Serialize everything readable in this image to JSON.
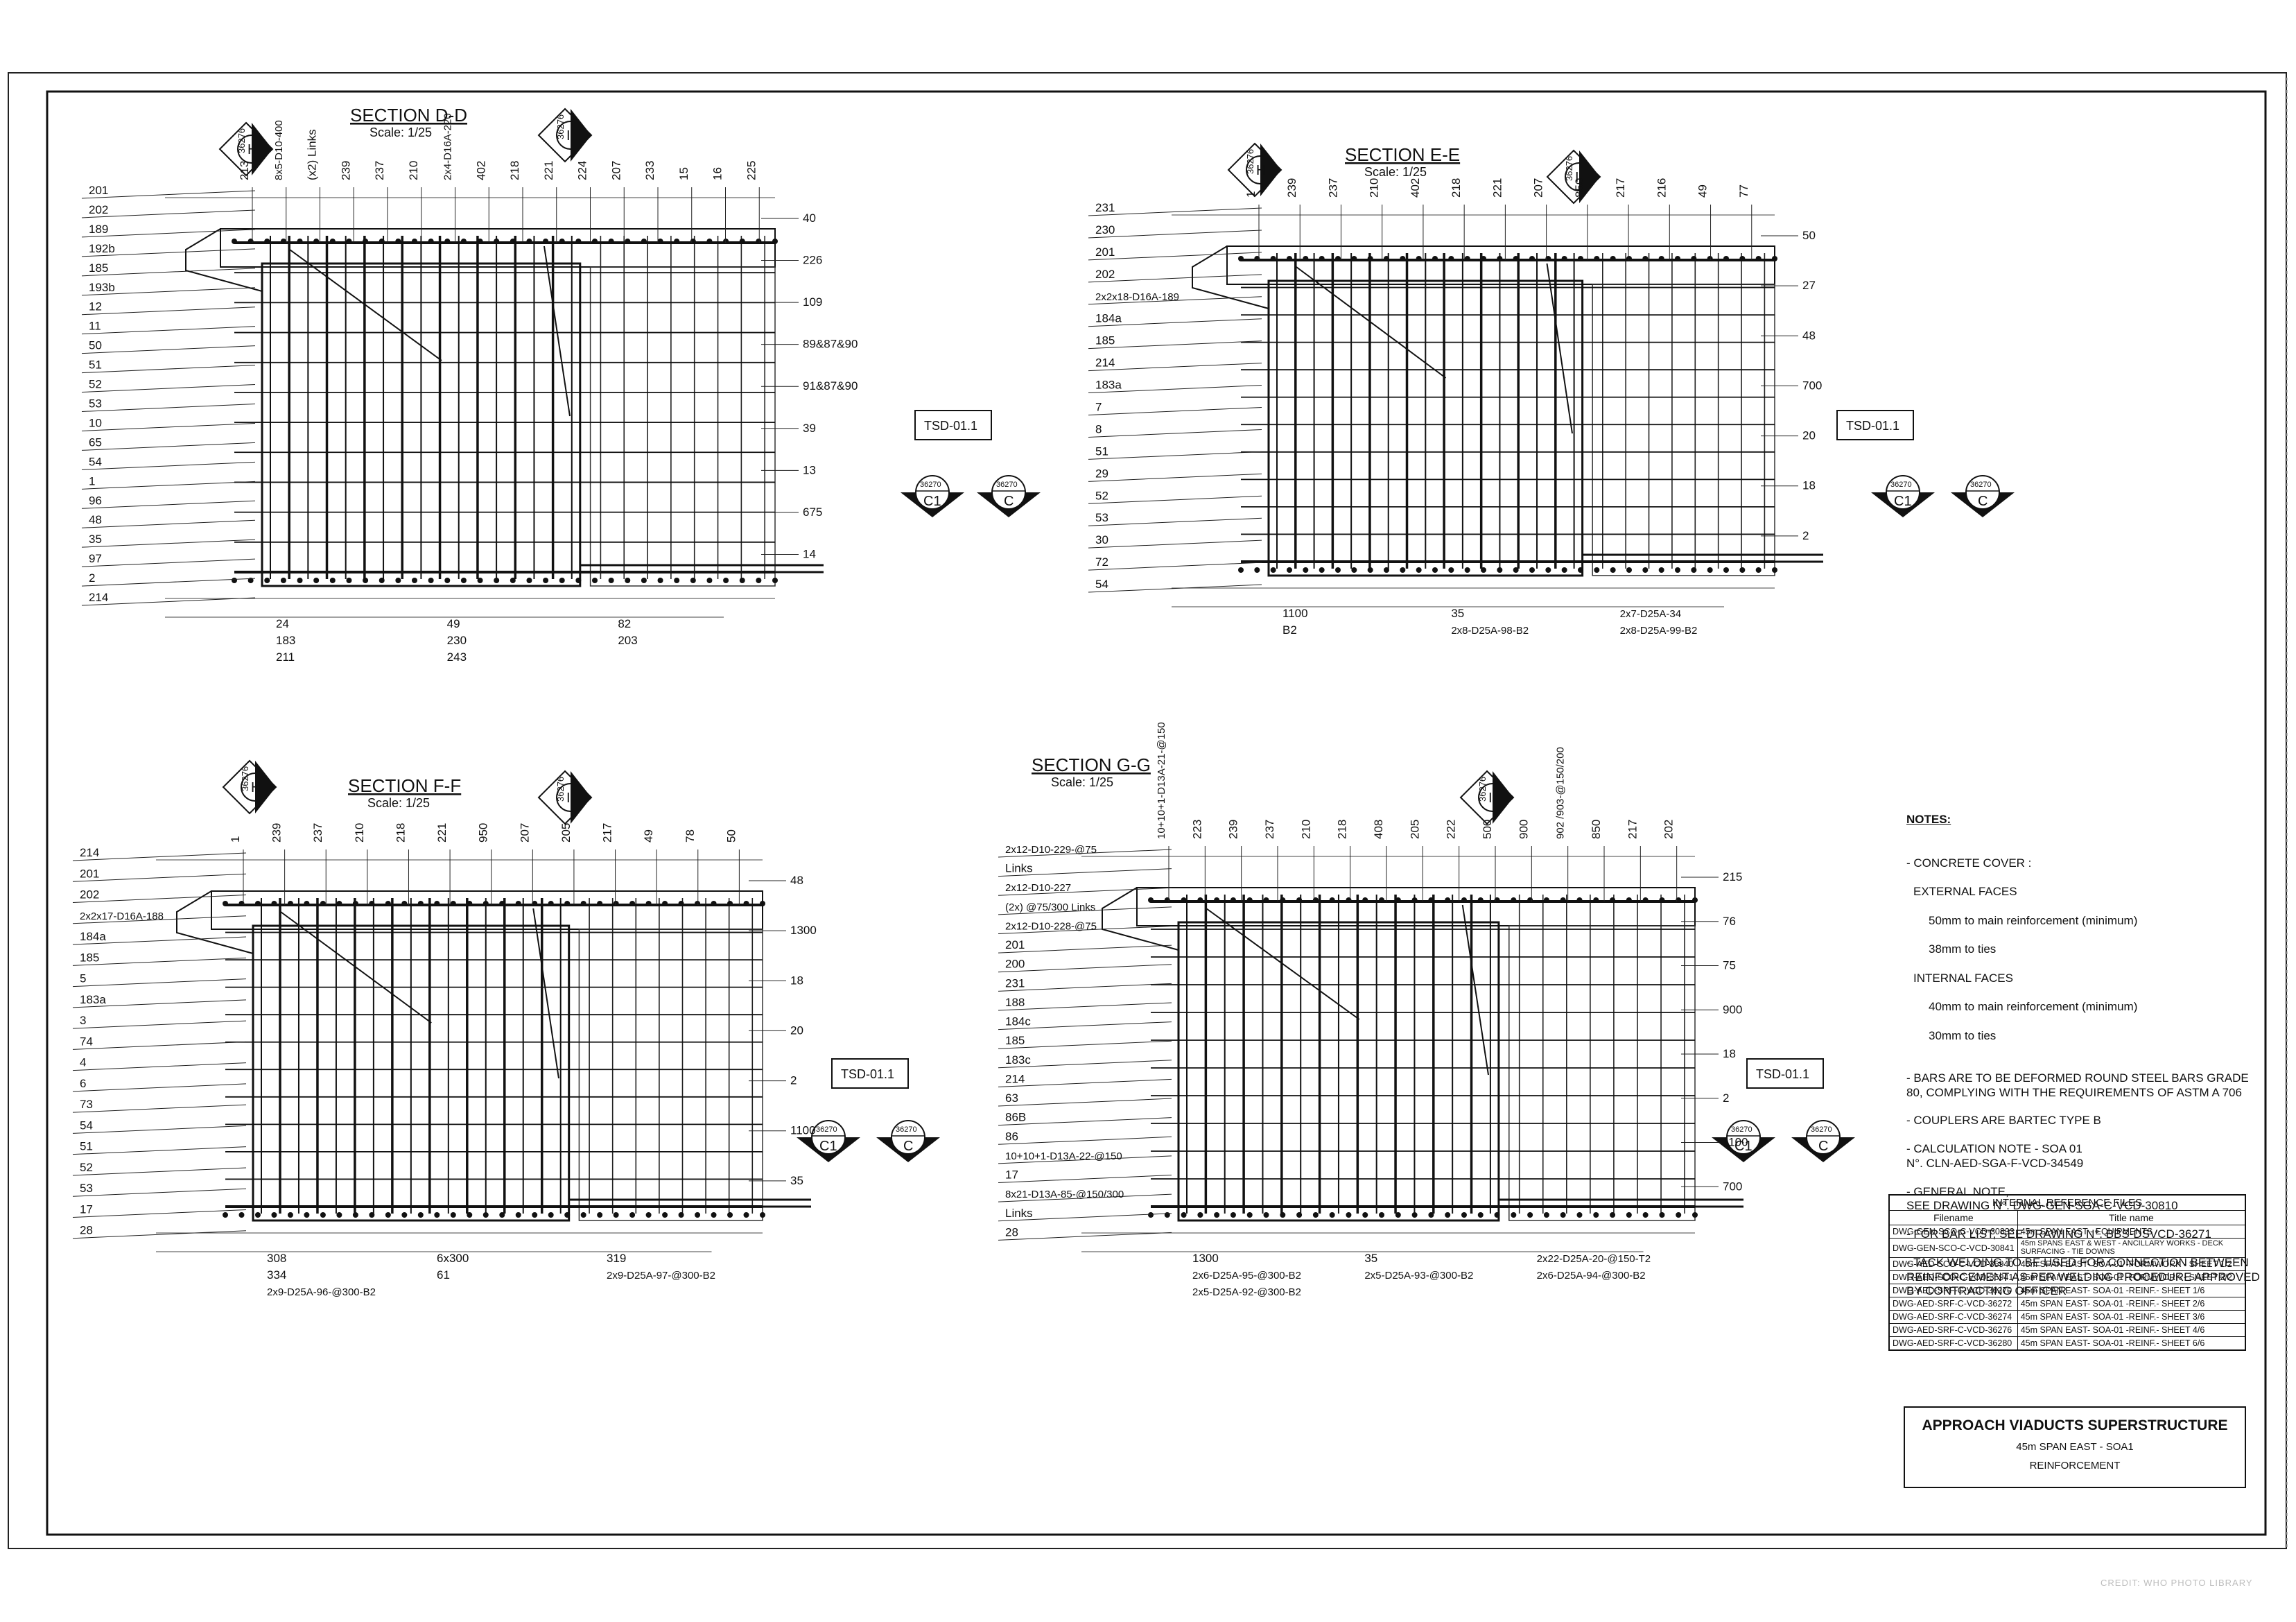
{
  "sections": [
    {
      "title": "SECTION D-D",
      "scale": "Scale: 1/25",
      "tag": "TSD-01.1",
      "markers": {
        "h": "H",
        "h_ref": "36276",
        "i": "I",
        "i_ref": "36276",
        "c1": "C1",
        "c": "C",
        "c_ref": "36270"
      },
      "labels": [
        "201",
        "202",
        "189",
        "192b",
        "185",
        "193b",
        "12",
        "11",
        "50",
        "51",
        "52",
        "53",
        "10",
        "65",
        "54",
        "1",
        "96",
        "48",
        "35",
        "97",
        "2",
        "214",
        "213",
        "8x5-D10-400",
        "(x2) Links",
        "239",
        "237",
        "210",
        "2x4-D16A-220",
        "402",
        "218",
        "221",
        "224",
        "207",
        "233",
        "15",
        "16",
        "225",
        "40",
        "226",
        "109",
        "89&87&90",
        "91&87&90",
        "39",
        "13",
        "675",
        "14",
        "24",
        "49",
        "82",
        "183",
        "230",
        "203",
        "211",
        "243"
      ]
    },
    {
      "title": "SECTION E-E",
      "scale": "Scale: 1/25",
      "tag": "TSD-01.1",
      "markers": {
        "h": "H",
        "h_ref": "36276",
        "i": "I",
        "i_ref": "36276",
        "c1": "C1",
        "c": "C",
        "c_ref": "36270"
      },
      "labels": [
        "231",
        "230",
        "201",
        "202",
        "2x2x18-D16A-189",
        "184a",
        "185",
        "214",
        "183a",
        "7",
        "8",
        "51",
        "29",
        "52",
        "53",
        "30",
        "72",
        "54",
        "1",
        "239",
        "237",
        "210",
        "402",
        "218",
        "221",
        "207",
        "850",
        "217",
        "216",
        "49",
        "77",
        "50",
        "27",
        "48",
        "700",
        "20",
        "18",
        "2",
        "1100",
        "35",
        "2x7-D25A-34",
        "B2",
        "2x8-D25A-98-B2",
        "2x8-D25A-99-B2"
      ]
    },
    {
      "title": "SECTION F-F",
      "scale": "Scale: 1/25",
      "tag": "TSD-01.1",
      "markers": {
        "h": "H",
        "h_ref": "36276",
        "i": "I",
        "i_ref": "36276",
        "c1": "C1",
        "c": "C",
        "c_ref": "36270"
      },
      "labels": [
        "214",
        "201",
        "202",
        "2x2x17-D16A-188",
        "184a",
        "185",
        "5",
        "183a",
        "3",
        "74",
        "4",
        "6",
        "73",
        "54",
        "51",
        "52",
        "53",
        "17",
        "28",
        "1",
        "239",
        "237",
        "210",
        "218",
        "221",
        "950",
        "207",
        "205",
        "217",
        "49",
        "78",
        "50",
        "48",
        "1300",
        "18",
        "20",
        "2",
        "1100",
        "35",
        "308",
        "6x300",
        "319",
        "334",
        "61",
        "2x9-D25A-97-@300-B2",
        "2x9-D25A-96-@300-B2"
      ]
    },
    {
      "title": "SECTION G-G",
      "scale": "Scale: 1/25",
      "tag": "TSD-01.1",
      "markers": {
        "i": "I",
        "i_ref": "36276",
        "h_ref": "36276",
        "c1": "C1",
        "c": "C",
        "c_ref": "36270"
      },
      "labels": [
        "2x12-D10-229-@75",
        "Links",
        "2x12-D10-227",
        "(2x) @75/300 Links",
        "2x12-D10-228-@75",
        "201",
        "200",
        "231",
        "188",
        "184c",
        "185",
        "183c",
        "214",
        "63",
        "86B",
        "86",
        "10+10+1-D13A-22-@150",
        "17",
        "8x21-D13A-85-@150/300",
        "Links",
        "28",
        "10+10+1-D13A-21-@150",
        "223",
        "239",
        "237",
        "210",
        "218",
        "408",
        "205",
        "222",
        "500",
        "900",
        "902 /903-@150/200",
        "850",
        "217",
        "202",
        "215",
        "76",
        "75",
        "900",
        "18",
        "2",
        "1100",
        "700",
        "1300",
        "35",
        "2x22-D25A-20-@150-T2",
        "2x6-D25A-95-@300-B2",
        "2x5-D25A-93-@300-B2",
        "2x6-D25A-94-@300-B2",
        "2x5-D25A-92-@300-B2"
      ]
    }
  ],
  "notes": {
    "heading": "NOTES:",
    "items": [
      "- CONCRETE COVER :",
      "EXTERNAL FACES",
      "50mm to main reinforcement (minimum)",
      "38mm to ties",
      "INTERNAL FACES",
      "40mm to main reinforcement (minimum)",
      "30mm to ties",
      "- BARS ARE TO BE DEFORMED ROUND STEEL BARS GRADE  80, COMPLYING WITH THE REQUIREMENTS OF ASTM A 706",
      "- COUPLERS ARE BARTEC TYPE B",
      "- CALCULATION NOTE - SOA 01\nN°. CLN-AED-SGA-F-VCD-34549",
      "- GENERAL NOTE,\nSEE DRAWING N°. DWG-GEN-SGA-C-VCD-30810",
      "- FOR BAR LIST, SEE DRAWING N°. BBS-DSVCD-36271",
      "- TACK WELDING TO BE USED FOR CONNECTION BETWEEN REINFORCEMENT AS PER WELDING PROCEDURE APPROVED BY CONTRACTING OFFICER"
    ]
  },
  "ref_table": {
    "caption": "INTERNAL REFERENCE FILES",
    "headers": [
      "Filename",
      "Title name"
    ],
    "rows": [
      [
        "DWG-GEN-SCO-C-VCD-30833",
        "45m SPAN EAST - EQUIPMENTS"
      ],
      [
        "DWG-GEN-SCO-C-VCD-30841",
        "45m SPANS EAST & WEST - ANCILLARY WORKS - DECK SURFACING - TIE DOWNS"
      ],
      [
        "DWG-AED-SCO-C-VCD-35940",
        "45m SPAN EAST- SOA-01 -FORMWORK - SHEET 1/2"
      ],
      [
        "DWG-AED-SCO-C-VCD-35941",
        "45m SPAN EAST- SOA-01 -FORMWORK - SHEET 2/2"
      ],
      [
        "DWG-AED-SRF-C-VCD-36270",
        "45m SPAN EAST- SOA-01 -REINF.- SHEET 1/6"
      ],
      [
        "DWG-AED-SRF-C-VCD-36272",
        "45m SPAN EAST- SOA-01 -REINF.- SHEET 2/6"
      ],
      [
        "DWG-AED-SRF-C-VCD-36274",
        "45m SPAN EAST- SOA-01 -REINF.- SHEET 3/6"
      ],
      [
        "DWG-AED-SRF-C-VCD-36276",
        "45m SPAN EAST- SOA-01 -REINF.- SHEET 4/6"
      ],
      [
        "DWG-AED-SRF-C-VCD-36280",
        "45m SPAN EAST- SOA-01 -REINF.- SHEET 6/6"
      ]
    ]
  },
  "title_block": {
    "title": "APPROACH VIADUCTS SUPERSTRUCTURE",
    "subtitle": "45m SPAN EAST - SOA1",
    "drawing": "REINFORCEMENT"
  },
  "credit": "CREDIT: WHO PHOTO LIBRARY"
}
